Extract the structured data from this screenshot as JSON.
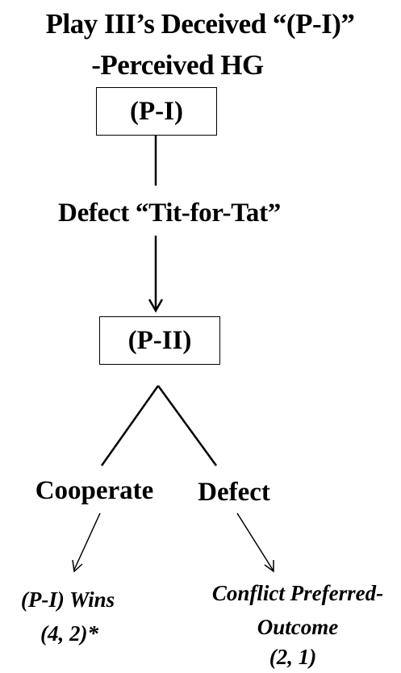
{
  "title": {
    "line1": "Play III’s Deceived “(P-I)”",
    "line2": "-Perceived HG"
  },
  "nodes": {
    "player1": "(P-I)",
    "player2": "(P-II)"
  },
  "edges": {
    "p1_move": "Defect “Tit-for-Tat”",
    "cooperate": "Cooperate",
    "defect": "Defect"
  },
  "outcomes": {
    "left": {
      "label": "(P-I) Wins",
      "payoff": "(4, 2)*"
    },
    "right": {
      "label_line1": "Conflict Preferred-",
      "label_line2": "Outcome",
      "payoff": "(2, 1)"
    }
  },
  "colors": {
    "ink": "#000000",
    "background": "#ffffff"
  }
}
